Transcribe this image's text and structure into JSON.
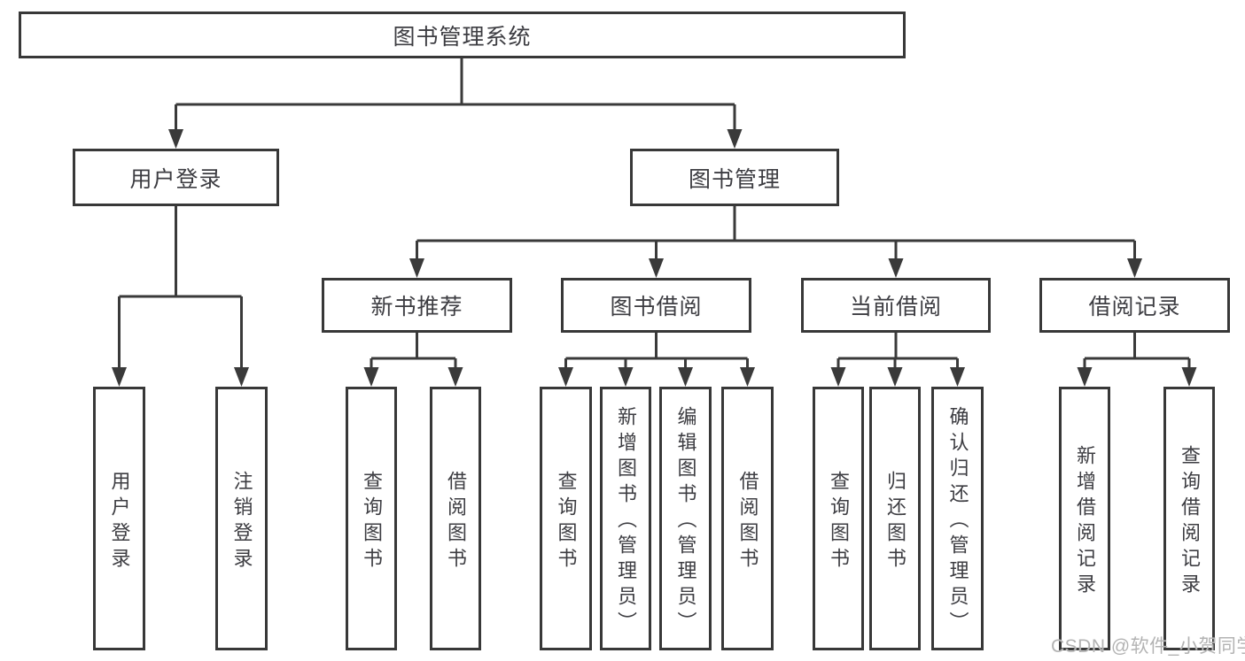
{
  "colors": {
    "box_border": "#383838",
    "connector_line": "#3a3a3a",
    "text": "#3d3d42",
    "watermark": "#b3b3b3",
    "background": "#ffffff"
  },
  "diagram": {
    "root": {
      "label": "图书管理系统"
    },
    "level2": [
      {
        "label": "用户登录"
      },
      {
        "label": "图书管理"
      }
    ],
    "level3": [
      {
        "label": "新书推荐"
      },
      {
        "label": "图书借阅"
      },
      {
        "label": "当前借阅"
      },
      {
        "label": "借阅记录"
      }
    ],
    "leaves": [
      {
        "label": "用户登录"
      },
      {
        "label": "注销登录"
      },
      {
        "label": "查询图书"
      },
      {
        "label": "借阅图书"
      },
      {
        "label": "查询图书"
      },
      {
        "label": "新增图书（管理员）"
      },
      {
        "label": "编辑图书（管理员）"
      },
      {
        "label": "借阅图书"
      },
      {
        "label": "查询图书"
      },
      {
        "label": "归还图书"
      },
      {
        "label": "确认归还（管理员）"
      },
      {
        "label": "新增借阅记录"
      },
      {
        "label": "查询借阅记录"
      }
    ]
  },
  "watermark": {
    "text": "CSDN @软件_小贺同学"
  }
}
